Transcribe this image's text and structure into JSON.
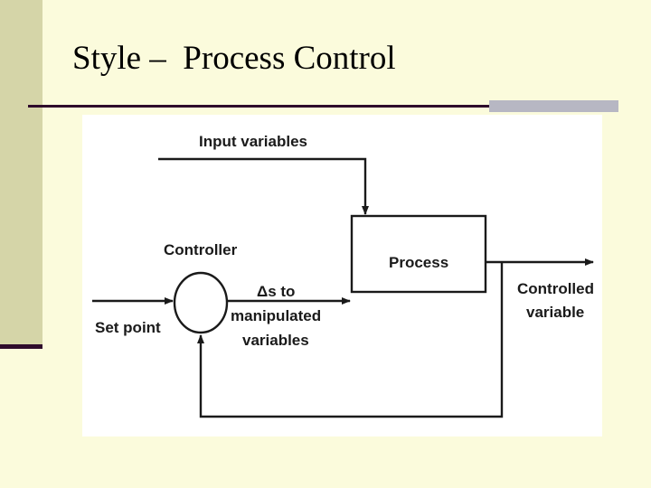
{
  "slide": {
    "title": "Style –  Process Control"
  },
  "diagram": {
    "input_variables": "Input variables",
    "controller": "Controller",
    "process": "Process",
    "set_point": "Set point",
    "delta_line1": "Δs to",
    "delta_line2": "manipulated",
    "delta_line3": "variables",
    "controlled_line1": "Controlled",
    "controlled_line2": "variable"
  },
  "colors": {
    "background": "#fbfbdc",
    "side_band": "#d5d5a8",
    "rule": "#2e0b2b",
    "rule_accent": "#b7b7c3",
    "ink": "#1a1a1a"
  }
}
